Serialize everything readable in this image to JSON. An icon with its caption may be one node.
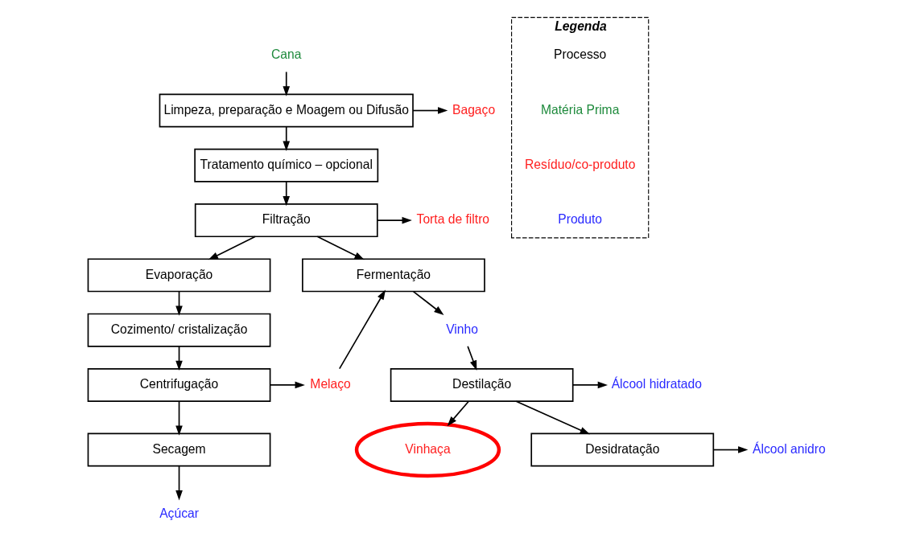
{
  "diagram": {
    "nodes": [
      {
        "text": [
          "Cana"
        ]
      },
      {
        "text": [
          "Limpeza, preparação e Moagem ou Difusão"
        ]
      },
      {
        "text": [
          "Bagaço"
        ]
      },
      {
        "text": [
          "Tratamento químico – opcional"
        ]
      },
      {
        "text": [
          "Filtração"
        ]
      },
      {
        "text": [
          "Torta de filtro"
        ]
      },
      {
        "text": [
          "Evaporação"
        ]
      },
      {
        "text": [
          "Cozimento/ cristalização"
        ]
      },
      {
        "text": [
          "Centrifugação"
        ]
      },
      {
        "text": [
          "Secagem"
        ]
      },
      {
        "text": [
          "Açúcar"
        ]
      },
      {
        "text": [
          "Melaço"
        ]
      },
      {
        "text": [
          "Fermentação"
        ]
      },
      {
        "text": [
          "Vinho"
        ]
      },
      {
        "text": [
          "Destilação"
        ]
      },
      {
        "text": [
          "Vinhaça"
        ]
      },
      {
        "text": [
          "Álcool hidratado"
        ]
      },
      {
        "text": [
          "Desidratação"
        ]
      },
      {
        "text": [
          "Álcool anidro"
        ]
      },
      {
        "text": [
          "Legenda"
        ]
      }
    ],
    "edges": [
      {
        "from": 0,
        "to": 1,
        "arrow": "to"
      },
      {
        "from": 1,
        "to": 2,
        "arrow": "to"
      },
      {
        "from": 1,
        "to": 3,
        "arrow": "to"
      },
      {
        "from": 3,
        "to": 4,
        "arrow": "to"
      },
      {
        "from": 4,
        "to": 5,
        "arrow": "to"
      },
      {
        "from": 4,
        "to": 6,
        "arrow": "to"
      },
      {
        "from": 4,
        "to": 12,
        "arrow": "to"
      },
      {
        "from": 6,
        "to": 7,
        "arrow": "to"
      },
      {
        "from": 7,
        "to": 8,
        "arrow": "to"
      },
      {
        "from": 8,
        "to": 9,
        "arrow": "to"
      },
      {
        "from": 9,
        "to": 10,
        "arrow": "to"
      },
      {
        "from": 8,
        "to": 11,
        "arrow": "to"
      },
      {
        "from": 11,
        "to": 12,
        "arrow": "to"
      },
      {
        "from": 12,
        "to": 13,
        "arrow": "to"
      },
      {
        "from": 13,
        "to": 14,
        "arrow": "to"
      },
      {
        "from": 14,
        "to": 15,
        "arrow": "to"
      },
      {
        "from": 14,
        "to": 16,
        "arrow": "to"
      },
      {
        "from": 14,
        "to": 17,
        "arrow": "to"
      },
      {
        "from": 17,
        "to": 18,
        "arrow": "to"
      }
    ],
    "legend": [
      {
        "text": "Processo",
        "color": "#000000"
      },
      {
        "text": "Matéria Prima",
        "color": "#1e8a3c"
      },
      {
        "text": "Resíduo/co-produto",
        "color": "#ff2020"
      },
      {
        "text": "Produto",
        "color": "#2a2aff"
      }
    ]
  }
}
